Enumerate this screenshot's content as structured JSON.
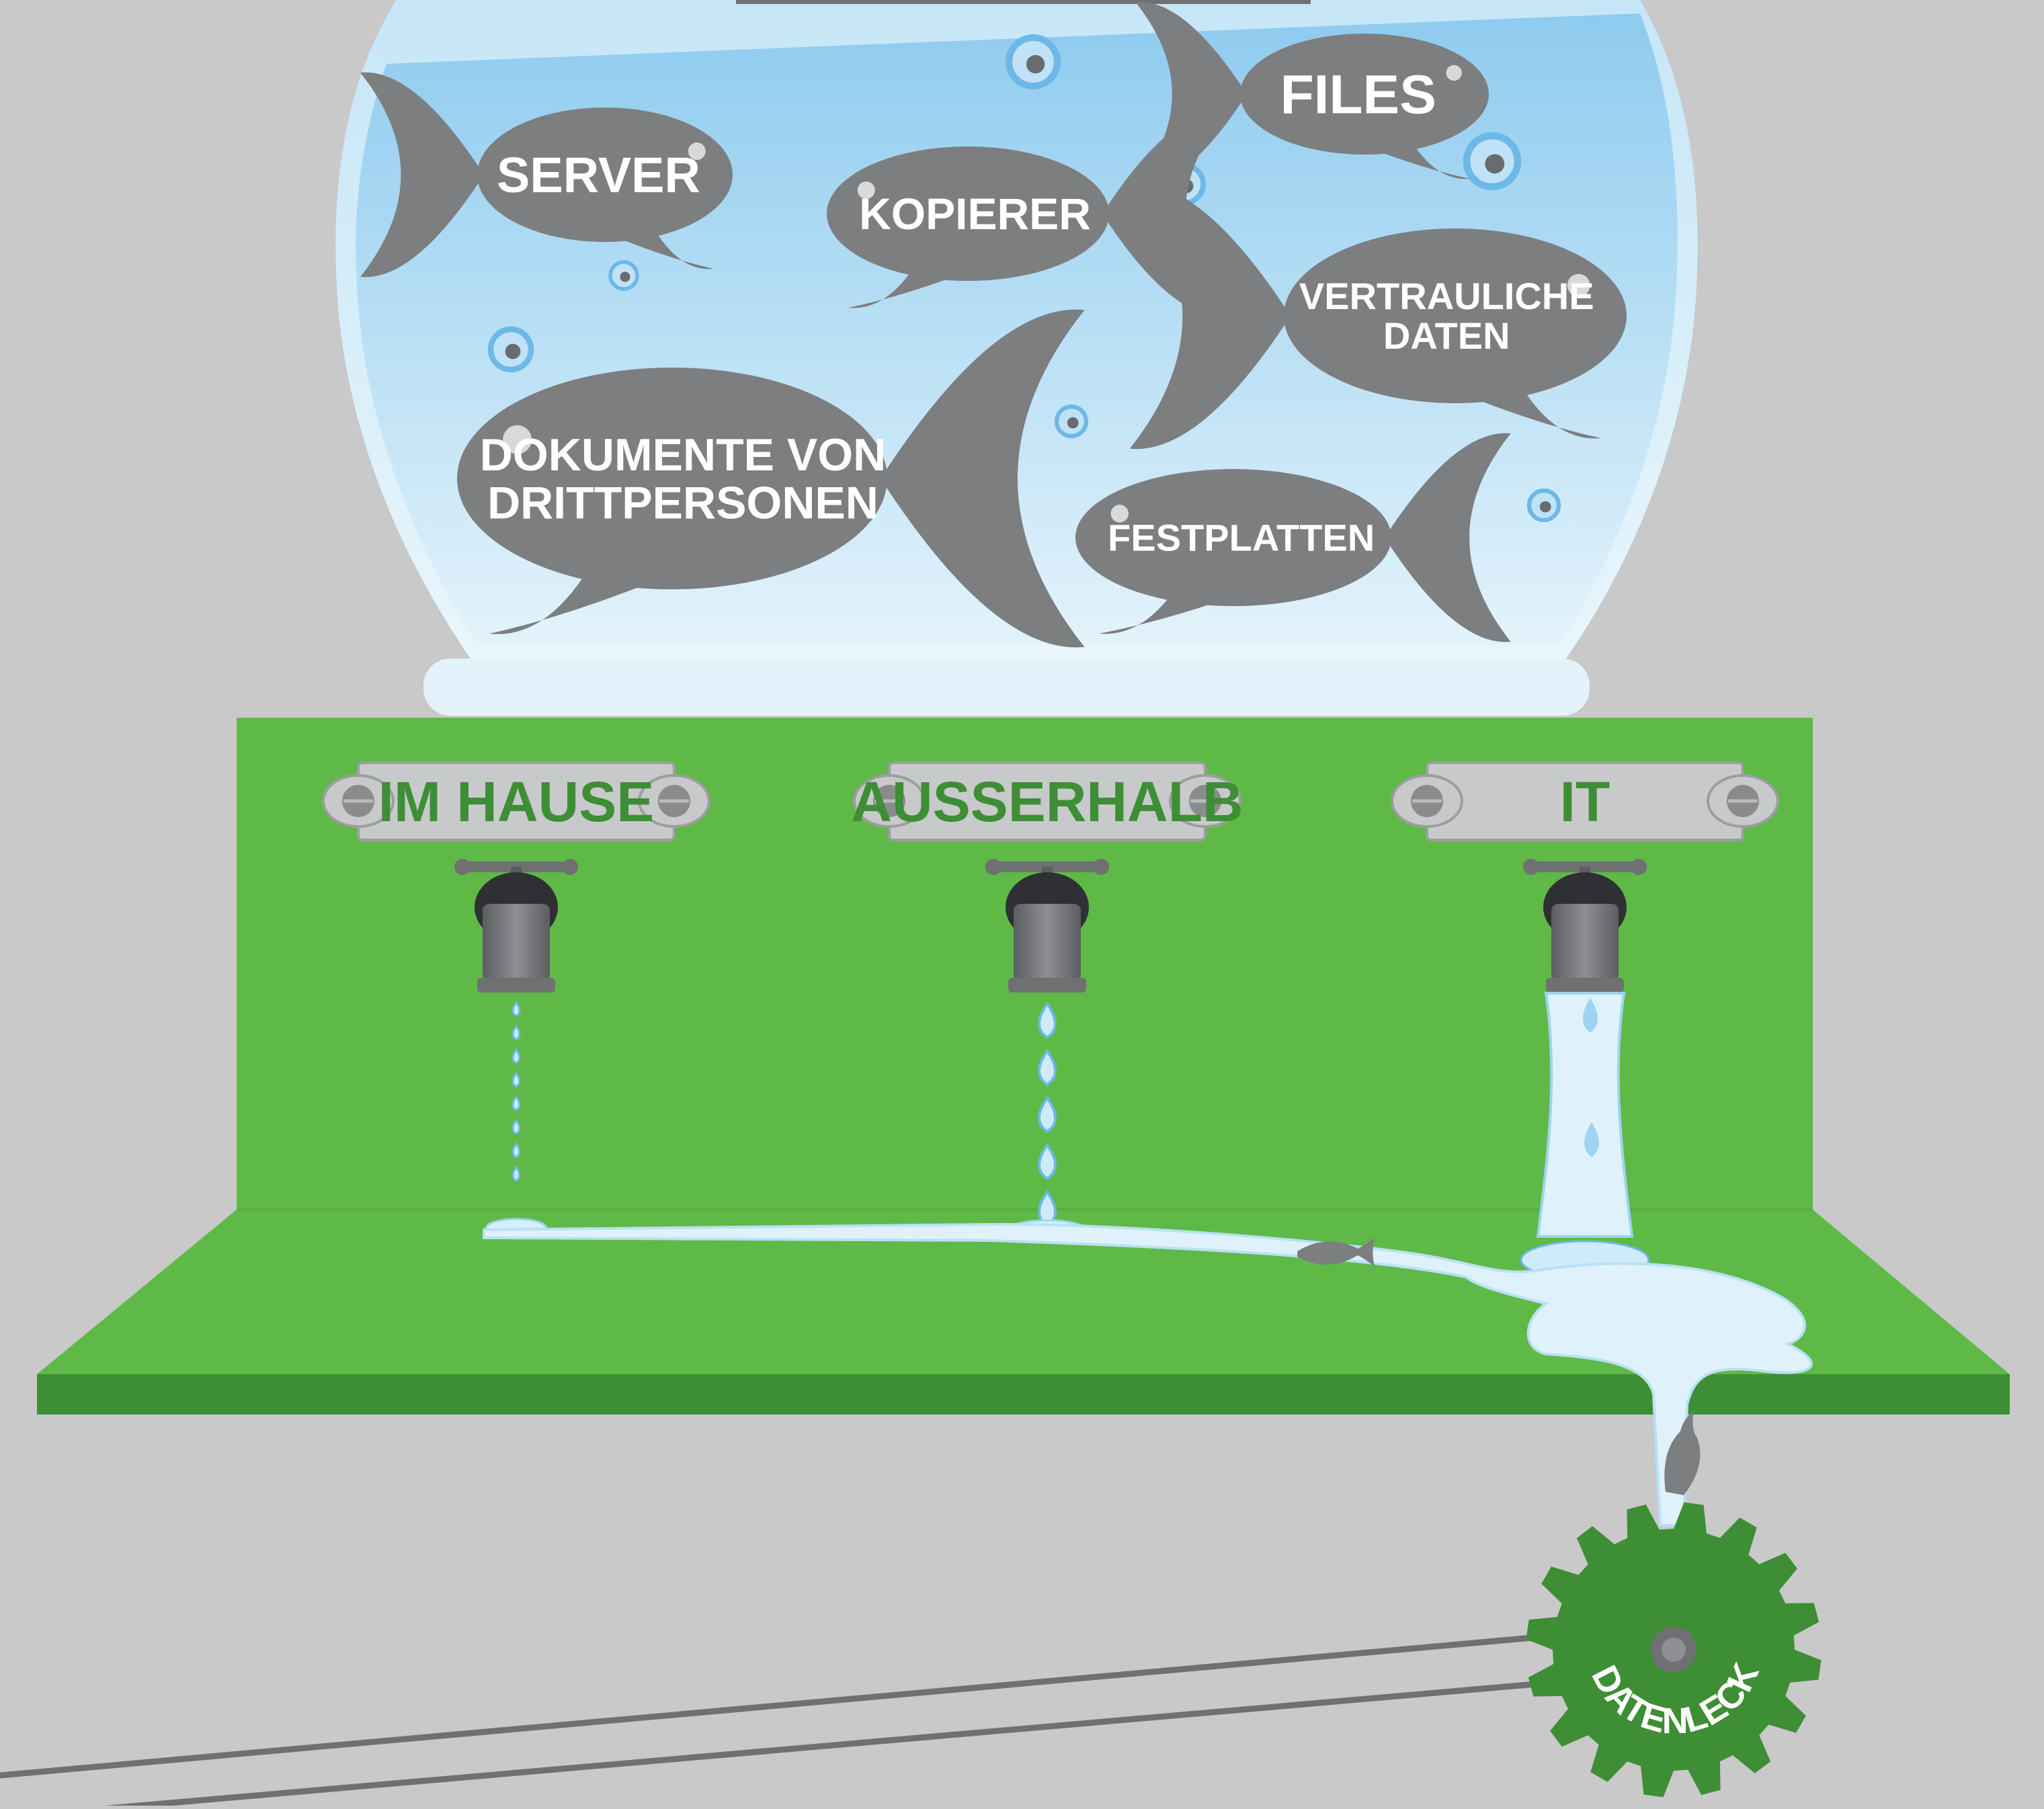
{
  "fish": [
    {
      "id": "server",
      "lines": [
        "SERVER"
      ]
    },
    {
      "id": "kopierer",
      "lines": [
        "KOPIERER"
      ]
    },
    {
      "id": "files",
      "lines": [
        "FILES"
      ]
    },
    {
      "id": "vertrauliche-daten",
      "lines": [
        "VERTRAULICHE",
        "DATEN"
      ]
    },
    {
      "id": "dokumente",
      "lines": [
        "DOKUMENTE VON",
        "DRITTPERSONEN"
      ]
    },
    {
      "id": "festplatten",
      "lines": [
        "FESTPLATTEN"
      ]
    }
  ],
  "plaques": [
    {
      "id": "im-hause",
      "label": "IM HAUSE",
      "flow": "drip"
    },
    {
      "id": "ausserhalb",
      "label": "AUSSERHALB",
      "flow": "drops"
    },
    {
      "id": "it",
      "label": "IT",
      "flow": "stream"
    }
  ],
  "gear": {
    "label": "DATENLECK"
  },
  "colors": {
    "background": "#c9c9ca",
    "water": "#cfe9f8",
    "water_deep": "#9fd3f1",
    "fish": "#7d7e80",
    "shelf_back": "#5fb947",
    "shelf_front": "#3e8e35",
    "plaque": "#c8c9ca",
    "plaque_text": "#3e8e35",
    "gear": "#3e8e35",
    "text_on_fish": "#ffffff"
  }
}
